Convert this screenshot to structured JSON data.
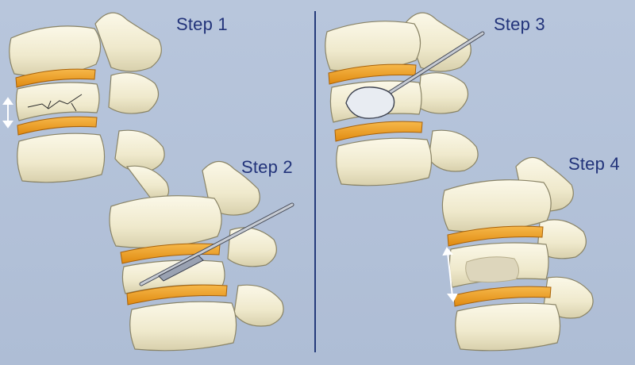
{
  "steps": [
    {
      "label": "Step 1"
    },
    {
      "label": "Step 2"
    },
    {
      "label": "Step 3"
    },
    {
      "label": "Step 4"
    }
  ],
  "colors": {
    "background": "#b3c2d9",
    "bone": "#f3efd9",
    "bone_shade": "#d9d2b0",
    "disc": "#f0a020",
    "text": "#22337a",
    "divider": "#243a7a"
  }
}
